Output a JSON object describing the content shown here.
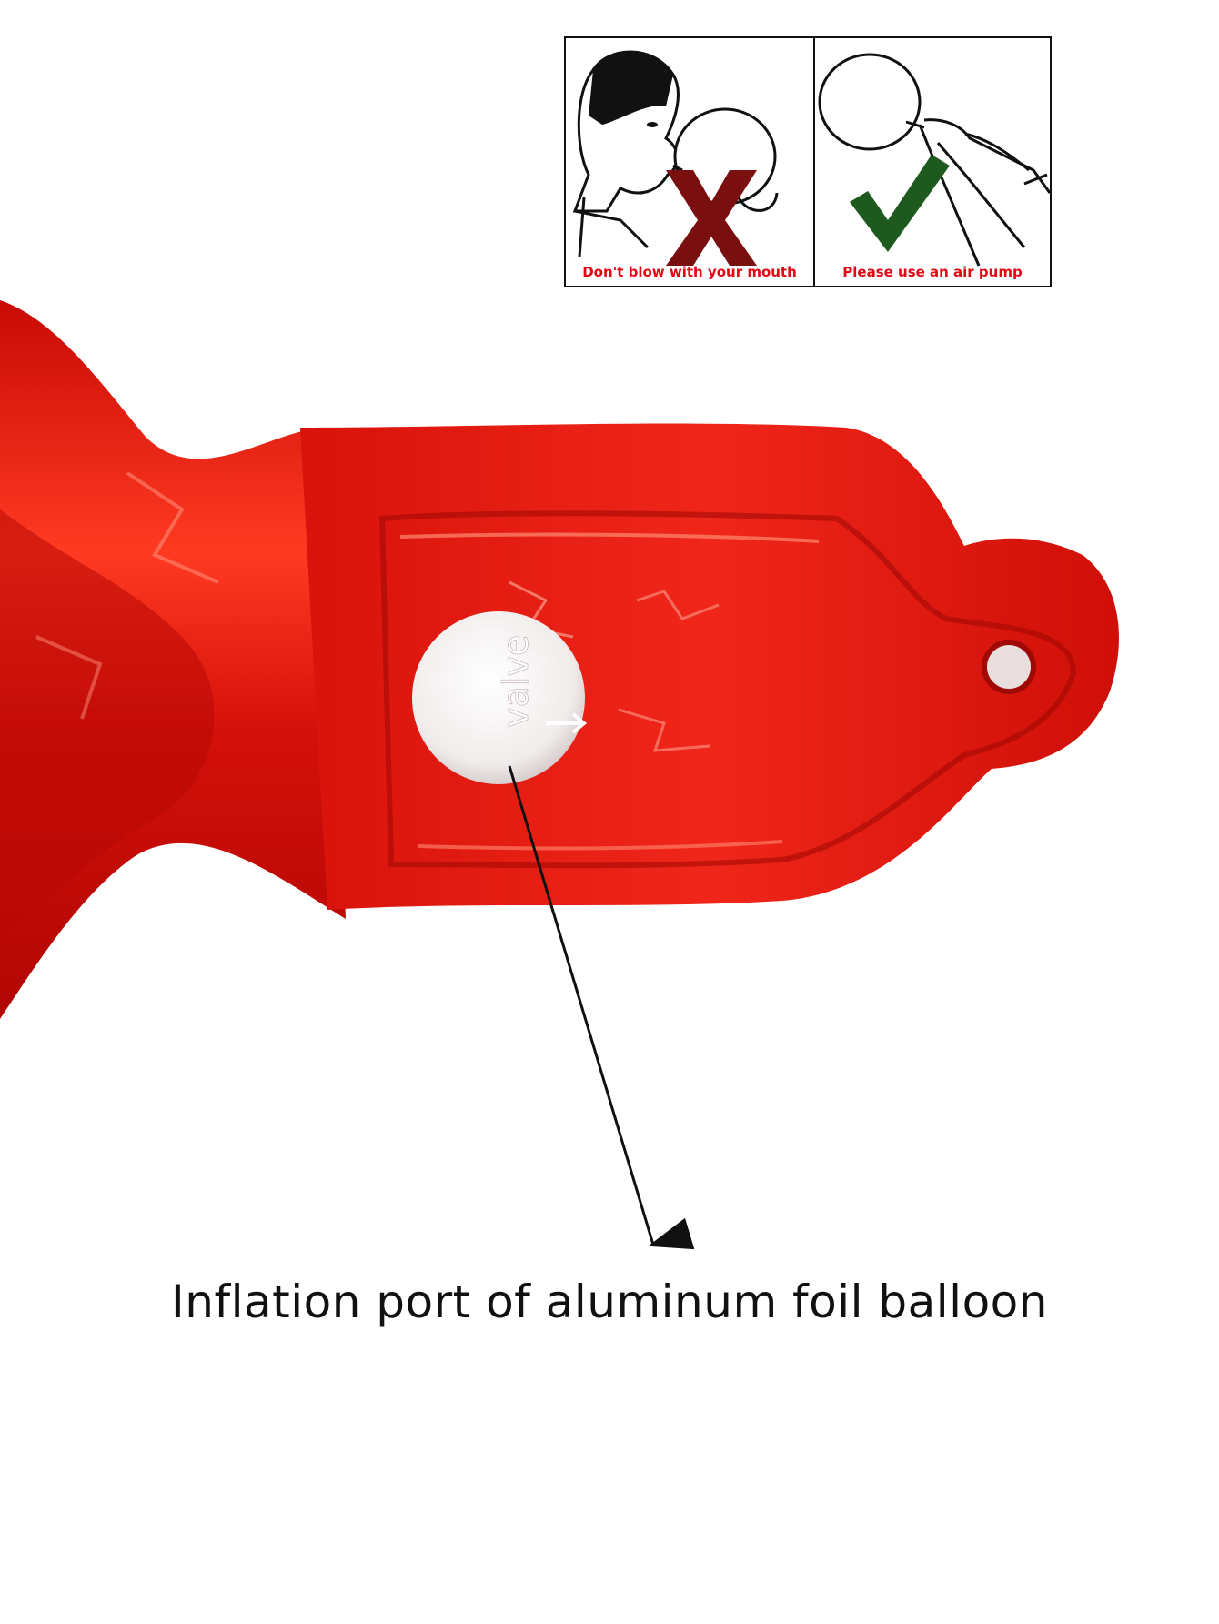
{
  "panel": {
    "left_caption": "Don't blow with your mouth",
    "right_caption": "Please use an air pump",
    "cross_color": "#7a0f0f",
    "check_color": "#1e5a1e",
    "caption_color": "#e30613"
  },
  "valve_label": "valve",
  "caption": "Inflation port of aluminum foil balloon",
  "colors": {
    "foil": "#e5150c",
    "foil_dark": "#9c0804",
    "foil_light": "#ff8a70",
    "valve": "#f2eeee"
  }
}
